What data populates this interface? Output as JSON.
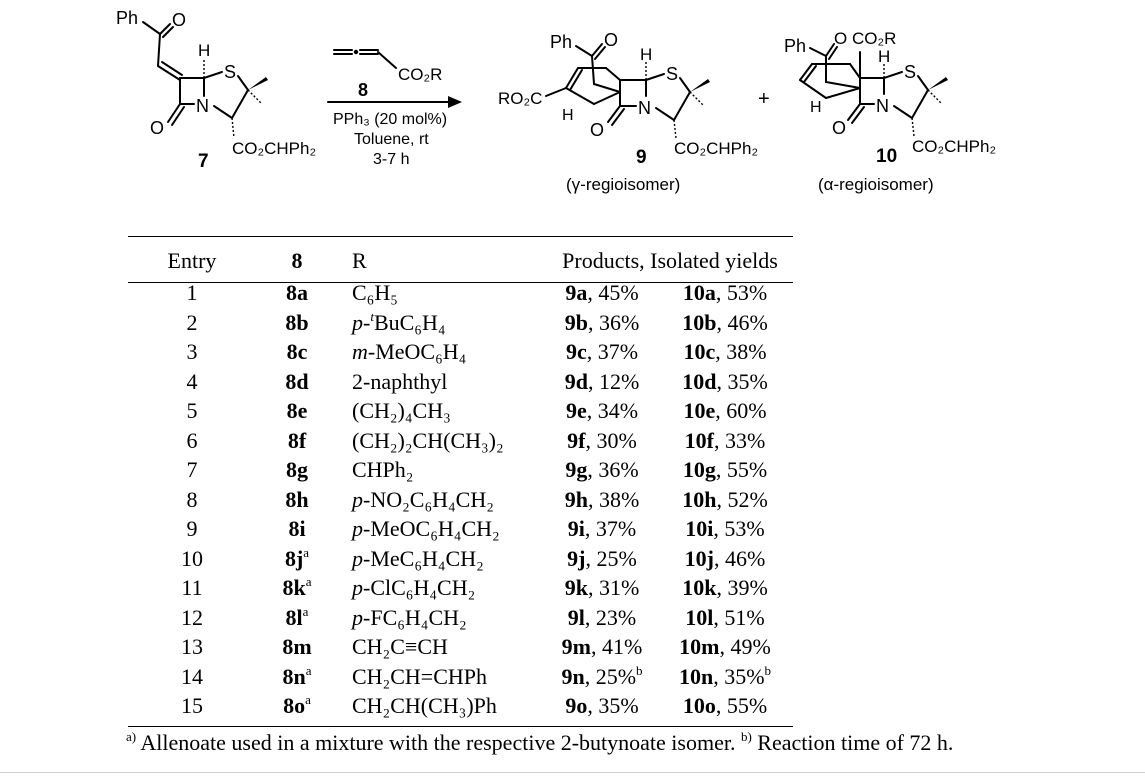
{
  "scheme": {
    "sm_ph": "Ph",
    "sm_o": "O",
    "sm_h": "H",
    "sm_s": "S",
    "sm_n": "N",
    "sm_lactam_o": "O",
    "sm_ester": "CO₂CHPh₂",
    "sm_label": "7",
    "reagent_ester": "CO₂R",
    "reagent_label": "8",
    "catalyst": "PPh₃ (20 mol%)",
    "solvent": "Toluene, rt",
    "time": "3-7 h",
    "p9_ph": "Ph",
    "p9_o": "O",
    "p9_ro2c": "RO₂C",
    "p9_h1": "H",
    "p9_h2": "H",
    "p9_s": "S",
    "p9_n": "N",
    "p9_lactam_o": "O",
    "p9_ester": "CO₂CHPh₂",
    "p9_label": "9",
    "p9_caption": "(γ-regioisomer)",
    "plus": "+",
    "p10_ph": "Ph",
    "p10_o": "O",
    "p10_co2r": "CO₂R",
    "p10_h1": "H",
    "p10_h2": "H",
    "p10_s": "S",
    "p10_n": "N",
    "p10_lactam_o": "O",
    "p10_ester": "CO₂CHPh₂",
    "p10_label": "10",
    "p10_caption": "(α-regioisomer)"
  },
  "table": {
    "headers": {
      "entry": "Entry",
      "reagent": "8",
      "r": "R",
      "products": "Products, Isolated yields"
    },
    "rows": [
      {
        "entry": "1",
        "reagent": "8a",
        "note": "",
        "r_italic": "",
        "r_rest": "C₆H₅",
        "p9": "9a",
        "y9": ", 45%",
        "n9": "",
        "p10": "10a",
        "y10": ", 53%",
        "n10": ""
      },
      {
        "entry": "2",
        "reagent": "8b",
        "note": "",
        "r_italic": "p-",
        "r_sup": "t",
        "r_rest": "BuC₆H₄",
        "p9": "9b",
        "y9": ", 36%",
        "n9": "",
        "p10": "10b",
        "y10": ", 46%",
        "n10": ""
      },
      {
        "entry": "3",
        "reagent": "8c",
        "note": "",
        "r_italic": "m-",
        "r_rest": "MeOC₆H₄",
        "p9": "9c",
        "y9": ", 37%",
        "n9": "",
        "p10": "10c",
        "y10": ", 38%",
        "n10": ""
      },
      {
        "entry": "4",
        "reagent": "8d",
        "note": "",
        "r_italic": "",
        "r_rest": "2-naphthyl",
        "p9": "9d",
        "y9": ", 12%",
        "n9": "",
        "p10": "10d",
        "y10": ", 35%",
        "n10": ""
      },
      {
        "entry": "5",
        "reagent": "8e",
        "note": "",
        "r_italic": "",
        "r_rest": "(CH₂)₄CH₃",
        "p9": "9e",
        "y9": ", 34%",
        "n9": "",
        "p10": "10e",
        "y10": ", 60%",
        "n10": ""
      },
      {
        "entry": "6",
        "reagent": "8f",
        "note": "",
        "r_italic": "",
        "r_rest": "(CH₂)₂CH(CH₃)₂",
        "p9": "9f",
        "y9": ", 30%",
        "n9": "",
        "p10": "10f",
        "y10": ", 33%",
        "n10": ""
      },
      {
        "entry": "7",
        "reagent": "8g",
        "note": "",
        "r_italic": "",
        "r_rest": "CHPh₂",
        "p9": "9g",
        "y9": ", 36%",
        "n9": "",
        "p10": "10g",
        "y10": ", 55%",
        "n10": ""
      },
      {
        "entry": "8",
        "reagent": "8h",
        "note": "",
        "r_italic": "p-",
        "r_rest": "NO₂C₆H₄CH₂",
        "p9": "9h",
        "y9": ", 38%",
        "n9": "",
        "p10": "10h",
        "y10": ", 52%",
        "n10": ""
      },
      {
        "entry": "9",
        "reagent": "8i",
        "note": "",
        "r_italic": "p-",
        "r_rest": "MeOC₆H₄CH₂",
        "p9": "9i",
        "y9": ", 37%",
        "n9": "",
        "p10": "10i",
        "y10": ", 53%",
        "n10": ""
      },
      {
        "entry": "10",
        "reagent": "8j",
        "note": "a",
        "r_italic": "p-",
        "r_rest": "MeC₆H₄CH₂",
        "p9": "9j",
        "y9": ", 25%",
        "n9": "",
        "p10": "10j",
        "y10": ", 46%",
        "n10": ""
      },
      {
        "entry": "11",
        "reagent": "8k",
        "note": "a",
        "r_italic": "p-",
        "r_rest": "ClC₆H₄CH₂",
        "p9": "9k",
        "y9": ", 31%",
        "n9": "",
        "p10": "10k",
        "y10": ", 39%",
        "n10": ""
      },
      {
        "entry": "12",
        "reagent": "8l",
        "note": "a",
        "r_italic": "p-",
        "r_rest": "FC₆H₄CH₂",
        "p9": "9l",
        "y9": ", 23%",
        "n9": "",
        "p10": "10l",
        "y10": ", 51%",
        "n10": ""
      },
      {
        "entry": "13",
        "reagent": "8m",
        "note": "",
        "r_italic": "",
        "r_rest": "CH₂C≡CH",
        "p9": "9m",
        "y9": ", 41%",
        "n9": "",
        "p10": "10m",
        "y10": ", 49%",
        "n10": ""
      },
      {
        "entry": "14",
        "reagent": "8n",
        "note": "a",
        "r_italic": "",
        "r_rest": "CH₂CH=CHPh",
        "p9": "9n",
        "y9": ", 25%",
        "n9": "b",
        "p10": "10n",
        "y10": ", 35%",
        "n10": "b"
      },
      {
        "entry": "15",
        "reagent": "8o",
        "note": "a",
        "r_italic": "",
        "r_rest": "CH₂CH(CH₃)Ph",
        "p9": "9o",
        "y9": ", 35%",
        "n9": "",
        "p10": "10o",
        "y10": ", 55%",
        "n10": ""
      }
    ]
  },
  "footnotes": {
    "a_mark": "a)",
    "a_text": " Allenoate used in a mixture with the respective 2-butynoate isomer. ",
    "b_mark": "b)",
    "b_text": " Reaction time of 72 h."
  }
}
